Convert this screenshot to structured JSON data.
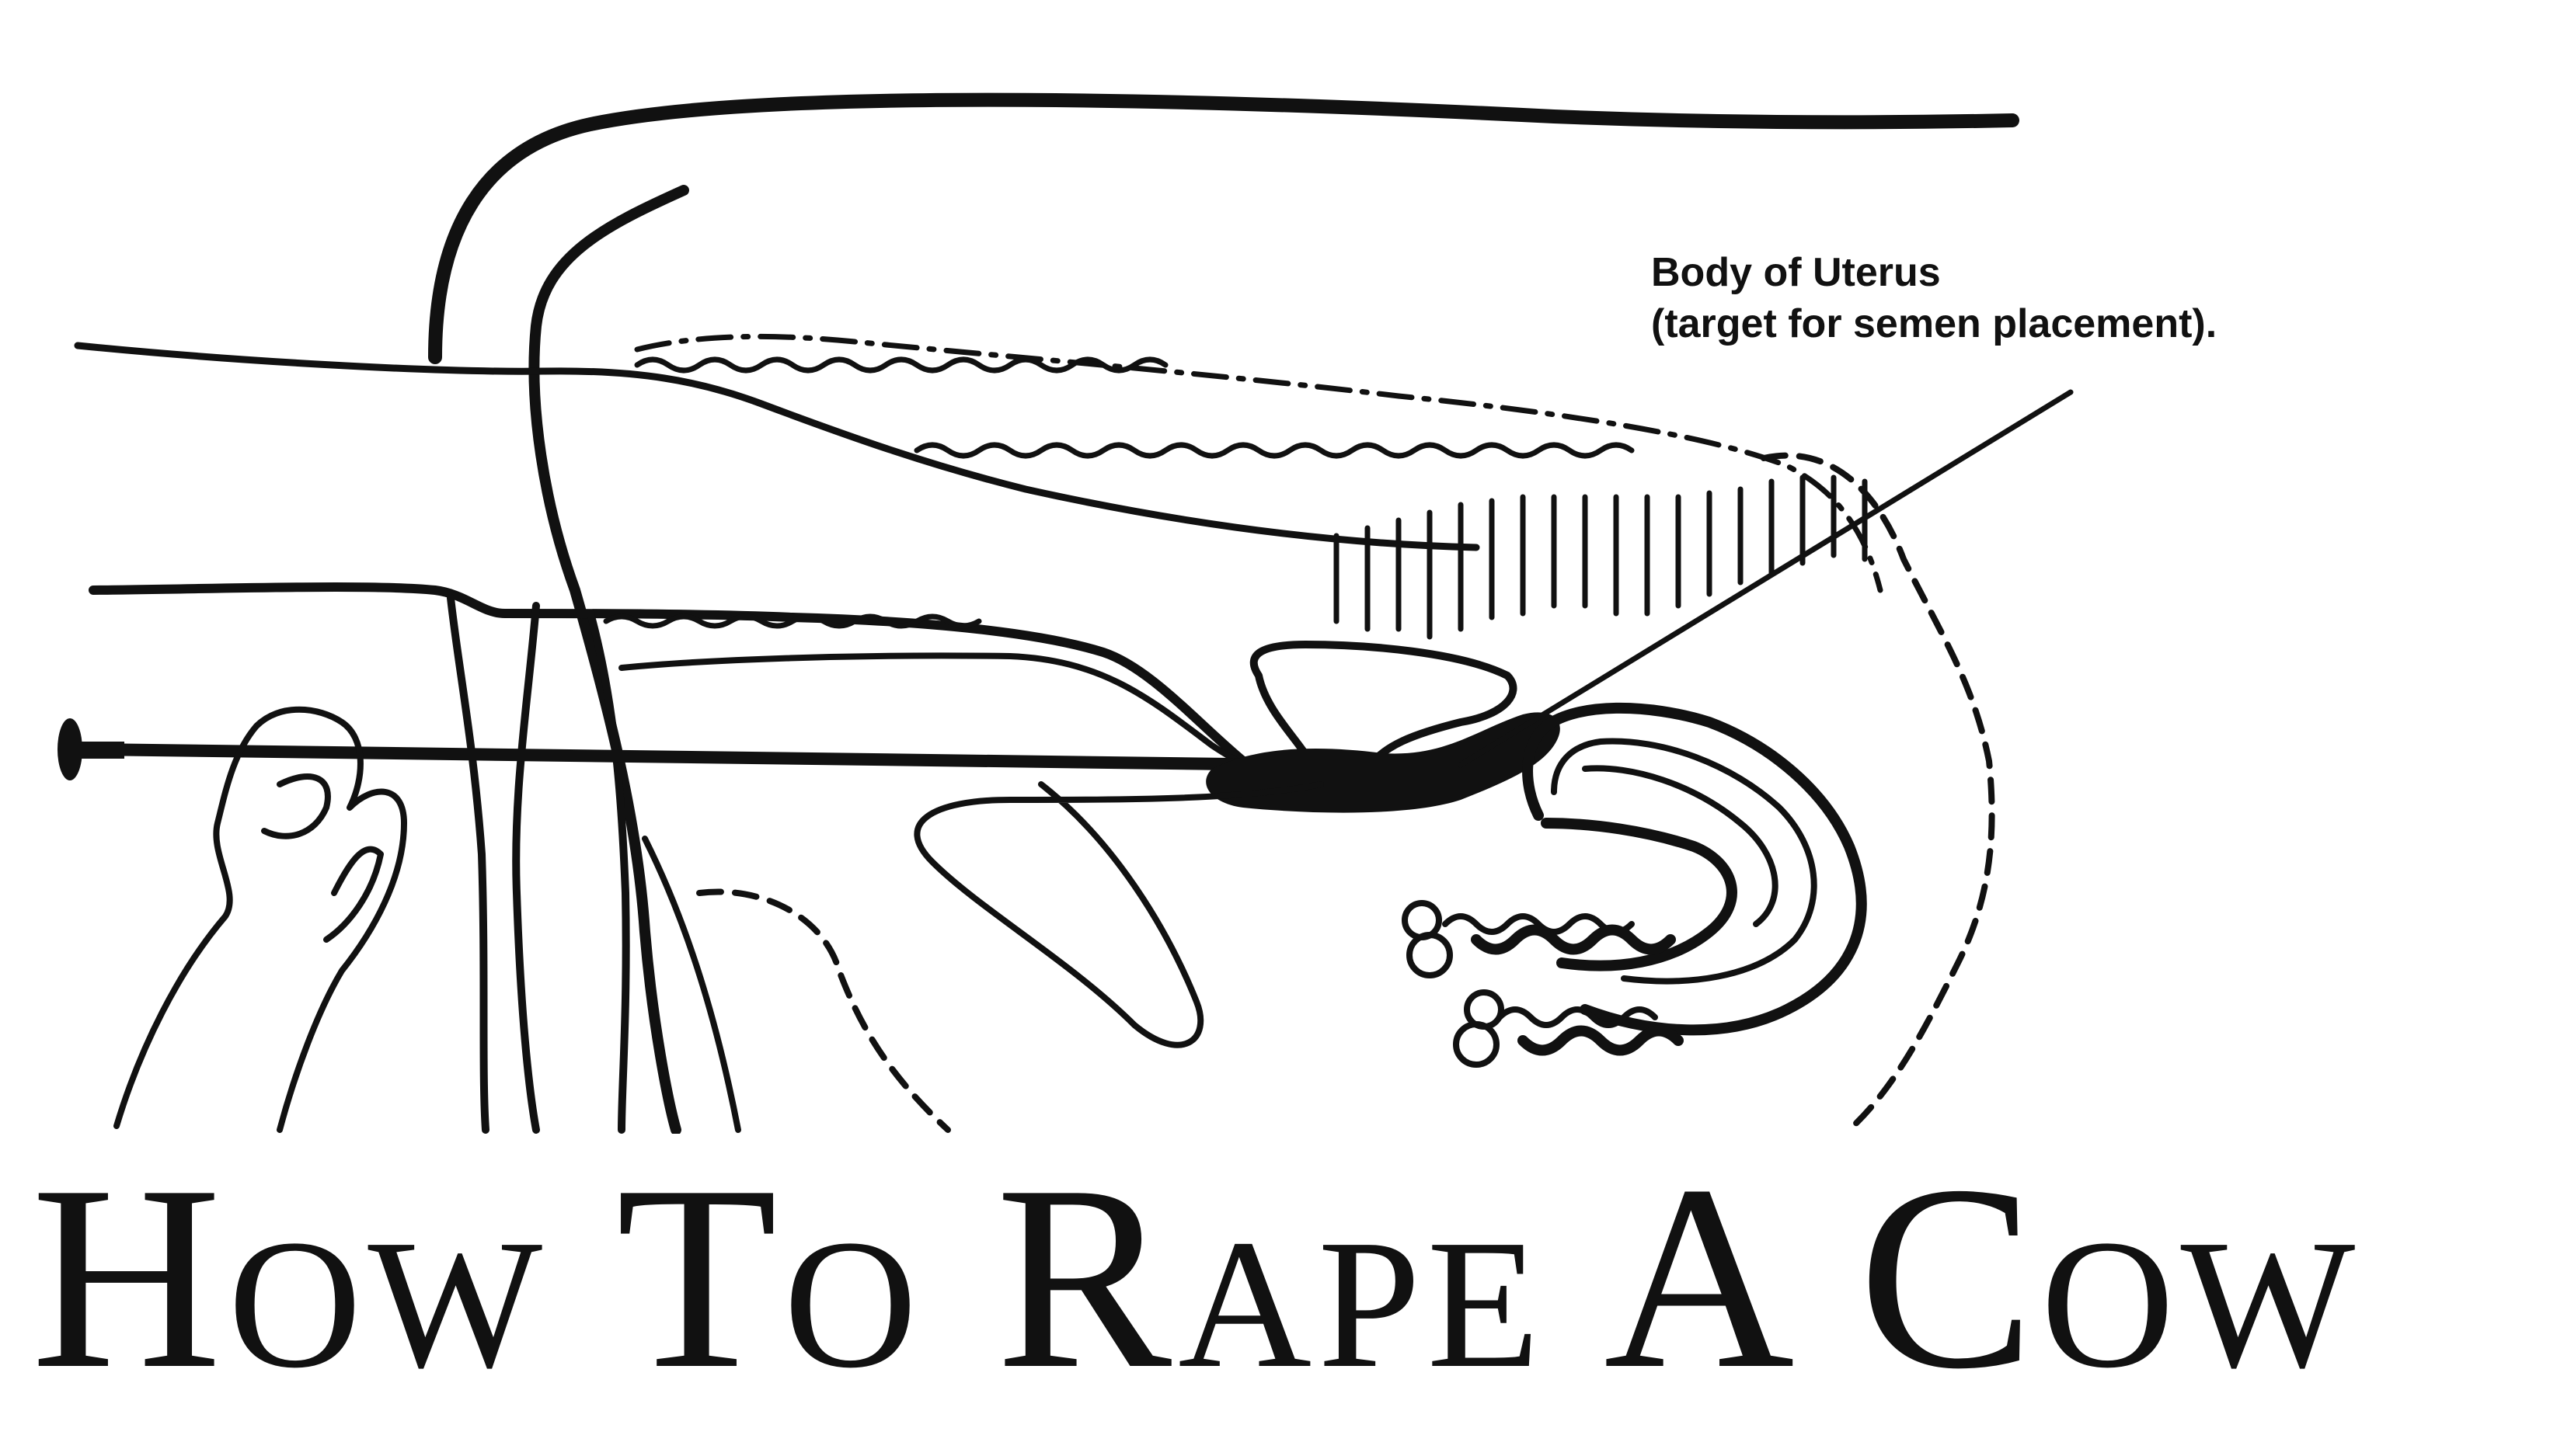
{
  "diagram": {
    "callout_line1": "Body of Uterus",
    "callout_line2": "(target for semen placement).",
    "ink_color": "#111111",
    "background_color": "#ffffff"
  },
  "headline": {
    "text": "How To Rape A Cow"
  }
}
